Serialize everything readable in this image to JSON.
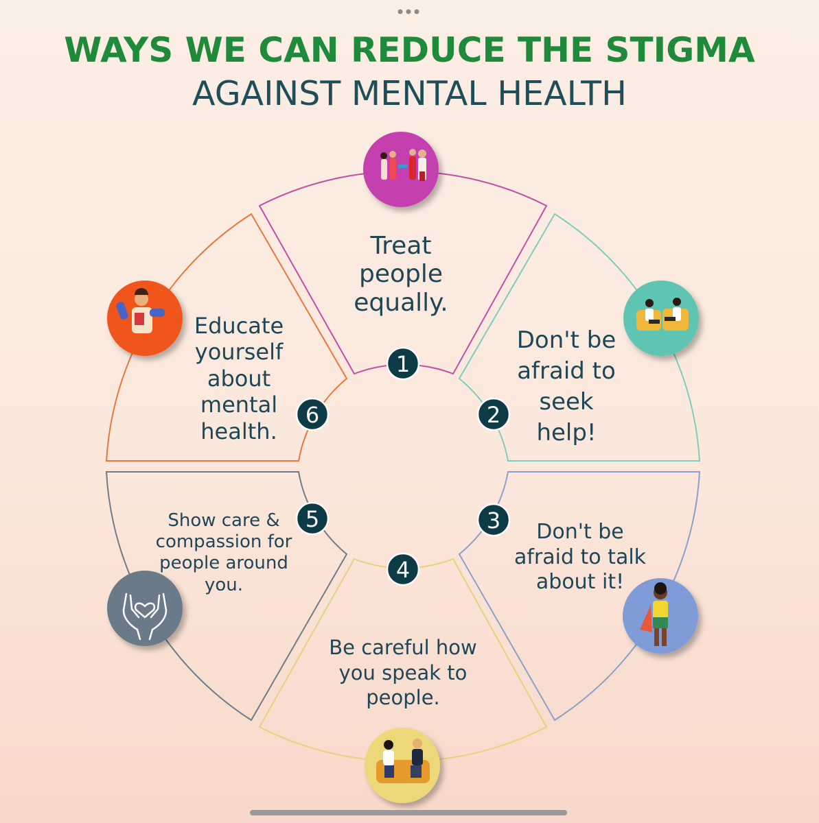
{
  "title_line1": "WAYS WE CAN REDUCE THE STIGMA",
  "title_line2": "AGAINST MENTAL HEALTH",
  "colors": {
    "title_green": "#1e8a3a",
    "title_teal": "#1f4e5a",
    "badge_fill": "#0d3b45",
    "text": "#1f4656"
  },
  "segments": [
    {
      "number": "1",
      "lines": [
        "Treat",
        "people",
        "equally."
      ],
      "stroke": "#c04fa9",
      "icon_fill": "#c43fae",
      "icon": "people-equality-icon"
    },
    {
      "number": "2",
      "lines": [
        "Don't be",
        "afraid to",
        "seek",
        "help!"
      ],
      "stroke": "#7fcdb9",
      "icon_fill": "#5ec4b2",
      "icon": "therapy-session-icon"
    },
    {
      "number": "3",
      "lines": [
        "Don't be",
        "afraid to talk",
        "about it!"
      ],
      "stroke": "#8aa0cc",
      "icon_fill": "#7f9cd8",
      "icon": "person-standing-icon"
    },
    {
      "number": "4",
      "lines": [
        "Be careful how",
        "you speak to",
        "people."
      ],
      "stroke": "#e6d27a",
      "icon_fill": "#ecd779",
      "icon": "friends-talking-icon"
    },
    {
      "number": "5",
      "lines": [
        "Show care &",
        "compassion for",
        "people around",
        "you."
      ],
      "stroke": "#707b86",
      "icon_fill": "#6b7a89",
      "icon": "hands-heart-icon"
    },
    {
      "number": "6",
      "lines": [
        "Educate",
        "yourself",
        "about",
        "mental",
        "health."
      ],
      "stroke": "#e8773c",
      "icon_fill": "#f0561e",
      "icon": "person-reading-icon"
    }
  ]
}
